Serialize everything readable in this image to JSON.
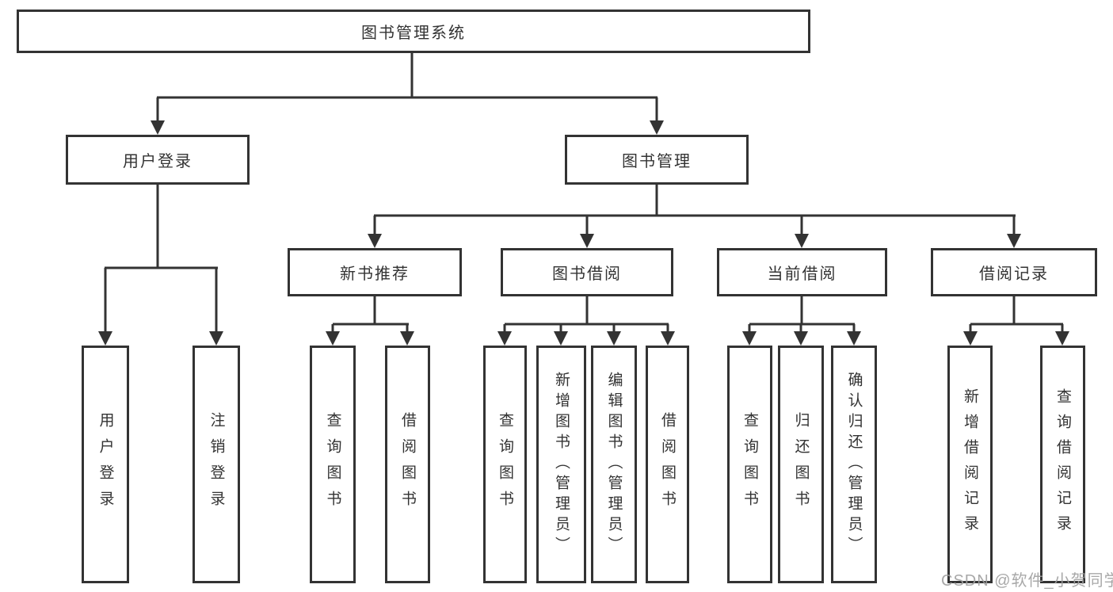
{
  "title": {
    "label": "图书管理系统"
  },
  "level2": [
    {
      "label": "用户登录"
    },
    {
      "label": "图书管理"
    }
  ],
  "level3": [
    {
      "label": "新书推荐"
    },
    {
      "label": "图书借阅"
    },
    {
      "label": "当前借阅"
    },
    {
      "label": "借阅记录"
    }
  ],
  "leaves": [
    {
      "label": "用户登录"
    },
    {
      "label": "注销登录"
    },
    {
      "label": "查询图书"
    },
    {
      "label": "借阅图书"
    },
    {
      "label": "查询图书"
    },
    {
      "label": "新增图书（管理员）"
    },
    {
      "label": "编辑图书（管理员）"
    },
    {
      "label": "借阅图书"
    },
    {
      "label": "查询图书"
    },
    {
      "label": "归还图书"
    },
    {
      "label": "确认归还（管理员）"
    },
    {
      "label": "新增借阅记录"
    },
    {
      "label": "查询借阅记录"
    }
  ],
  "watermark": {
    "label": "CSDN @软件_小贺同学"
  },
  "colors": {
    "line": "#333333",
    "box_border": "#333333",
    "text": "#333333",
    "watermark": "#9e9e9e",
    "background": "#ffffff"
  }
}
